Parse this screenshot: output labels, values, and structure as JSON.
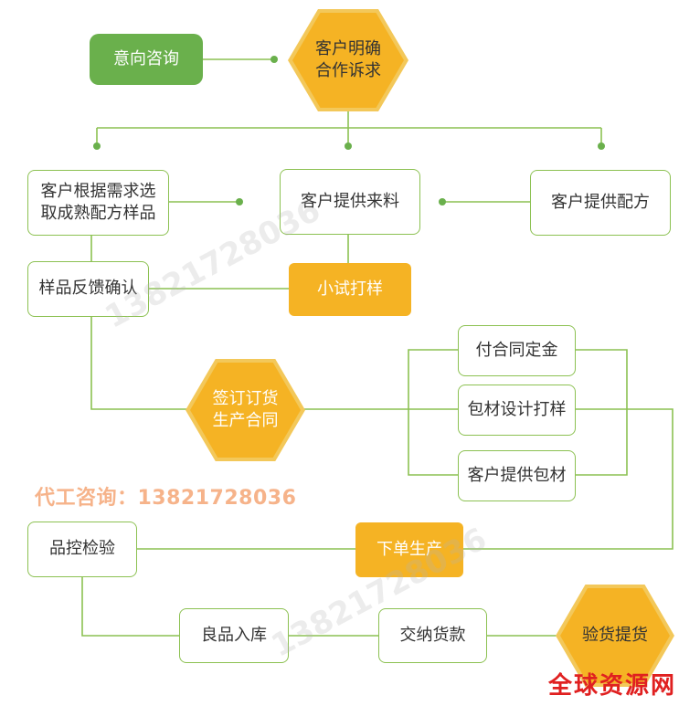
{
  "nodes": {
    "intent": "意向咨询",
    "confirm_line1": "客户明确",
    "confirm_line2": "合作诉求",
    "choose_line1": "客户根据需求选",
    "choose_line2": "取成熟配方样品",
    "provide_material": "客户提供来料",
    "provide_formula": "客户提供配方",
    "sample_feedback": "样品反馈确认",
    "trial_sample": "小试打样",
    "sign_line1": "签订订货",
    "sign_line2": "生产合同",
    "deposit": "付合同定金",
    "packaging_design": "包材设计打样",
    "provide_packaging": "客户提供包材",
    "production": "下单生产",
    "qc": "品控检验",
    "storage": "良品入库",
    "payment": "交纳货款",
    "inspection": "验货提货"
  },
  "phone": "代工咨询：13821728036",
  "watermark": "13821728036",
  "logo": "全球资源网",
  "colors": {
    "line": "#8cc152",
    "green_fill": "#6ab04c",
    "gold_fill": "#f5b324",
    "phone": "#f6b38a",
    "logo": "#e02020"
  }
}
